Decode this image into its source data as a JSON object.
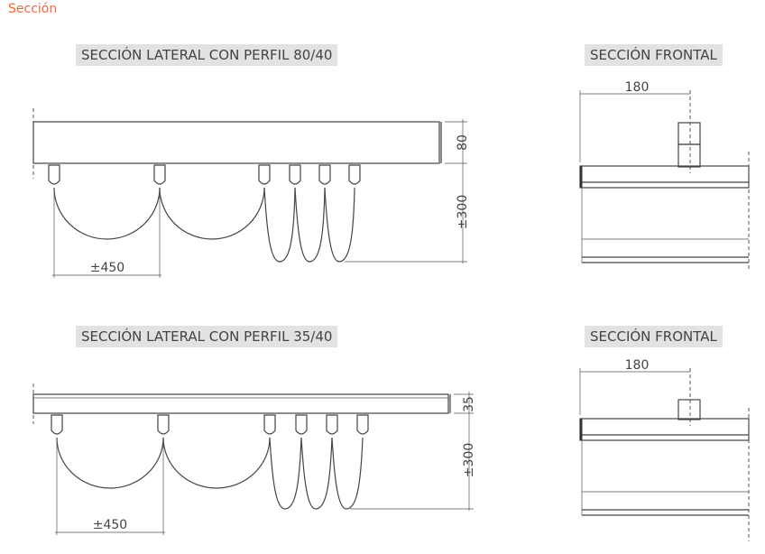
{
  "page_title": "Sección",
  "drawings": {
    "lateral_80": {
      "title": "SECCIÓN LATERAL CON PERFIL 80/40",
      "dim_height": "80",
      "dim_drop": "±300",
      "dim_spacing": "±450"
    },
    "frontal_80": {
      "title": "SECCIÓN FRONTAL",
      "dim_width": "180"
    },
    "lateral_35": {
      "title": "SECCIÓN LATERAL CON PERFIL 35/40",
      "dim_height": "35",
      "dim_drop": "±300",
      "dim_spacing": "±450"
    },
    "frontal_35": {
      "title": "SECCIÓN FRONTAL",
      "dim_width": "180"
    }
  },
  "colors": {
    "accent": "#f26a3d",
    "label_bg": "#e2e2e2",
    "line": "#444444"
  }
}
